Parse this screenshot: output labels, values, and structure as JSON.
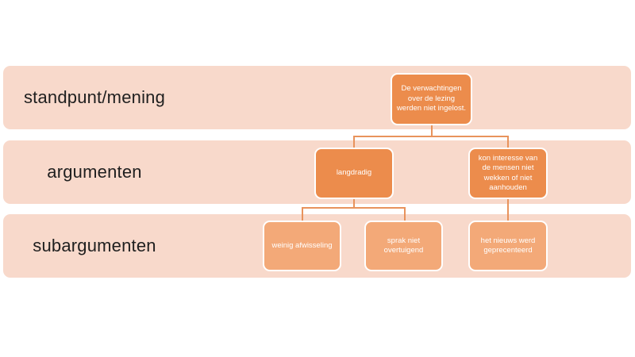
{
  "diagram": {
    "type": "hierarchy",
    "rows": [
      {
        "label": "standpunt/mening"
      },
      {
        "label": "argumenten"
      },
      {
        "label": "subargumenten"
      }
    ],
    "nodes": {
      "root": {
        "text": "De verwachtingen over de lezing werden niet ingelost.",
        "row": "standpunt/mening"
      },
      "arg1": {
        "text": "langdradig",
        "row": "argumenten",
        "parent": "root"
      },
      "arg2": {
        "text": "kon interesse van de mensen niet wekken of niet aanhouden",
        "row": "argumenten",
        "parent": "root"
      },
      "sub1": {
        "text": "weinig afwisseling",
        "row": "subargumenten",
        "parent": "arg1"
      },
      "sub2": {
        "text": "sprak niet overtuigend",
        "row": "subargumenten",
        "parent": "arg1"
      },
      "sub3": {
        "text": "het nieuws werd geprecenteerd",
        "row": "subargumenten",
        "parent": "arg2"
      }
    },
    "colors": {
      "band": "#F8D9CB",
      "node_dark": "#EC8C4C",
      "node_light": "#F3A978",
      "connector": "#E8935C",
      "label_text": "#1F1F1F",
      "node_text": "#FFFFFF",
      "canvas": "#FFFFFF"
    }
  }
}
